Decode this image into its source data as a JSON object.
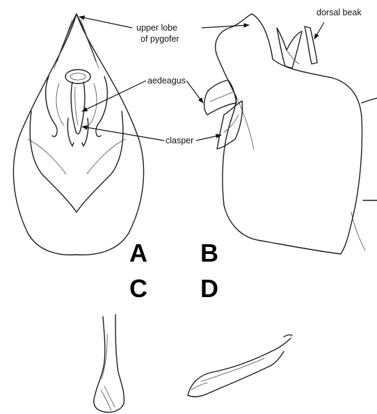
{
  "labels": {
    "upper_lobe_line1": "upper lobe",
    "upper_lobe_line2": "of pygofer",
    "dorsal_beak": "dorsal beak",
    "aedeagus": "aedeagus",
    "clasper": "clasper"
  },
  "panels": {
    "a": "A",
    "b": "B",
    "c": "C",
    "d": "D"
  }
}
